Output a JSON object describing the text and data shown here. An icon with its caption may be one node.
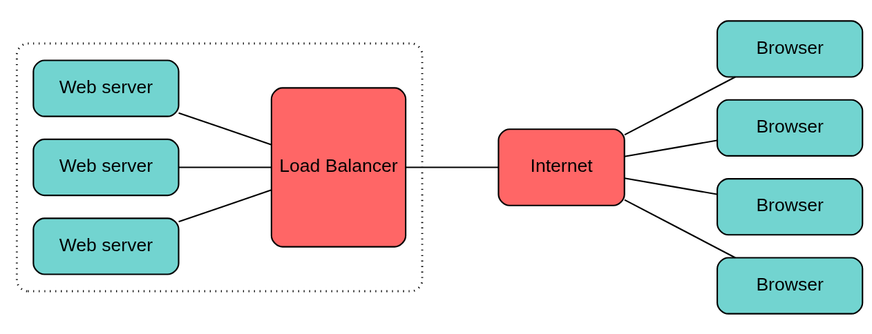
{
  "diagram": {
    "nodes": [
      {
        "text": [],
        "shape": "box"
      },
      {
        "text": [
          "Web server"
        ],
        "in": 0
      },
      {
        "text": [
          "Web server"
        ],
        "in": 0
      },
      {
        "text": [
          "Web server"
        ],
        "in": 0
      },
      {
        "text": [
          "Load Balancer"
        ],
        "in": 0
      },
      {
        "text": [
          "Internet"
        ]
      },
      {
        "text": [
          "Browser"
        ]
      },
      {
        "text": [
          "Browser"
        ]
      },
      {
        "text": [
          "Browser"
        ]
      },
      {
        "text": [
          "Browser"
        ]
      }
    ],
    "edges": [
      {
        "from": 1,
        "to": 4,
        "arrow": "none"
      },
      {
        "from": 2,
        "to": 4,
        "arrow": "none"
      },
      {
        "from": 3,
        "to": 4,
        "arrow": "none"
      },
      {
        "from": 4,
        "to": 5,
        "arrow": "none"
      },
      {
        "from": 5,
        "to": 6,
        "arrow": "none"
      },
      {
        "from": 5,
        "to": 7,
        "arrow": "none"
      },
      {
        "from": 5,
        "to": 8,
        "arrow": "none"
      },
      {
        "from": 5,
        "to": 9,
        "arrow": "none"
      }
    ]
  }
}
